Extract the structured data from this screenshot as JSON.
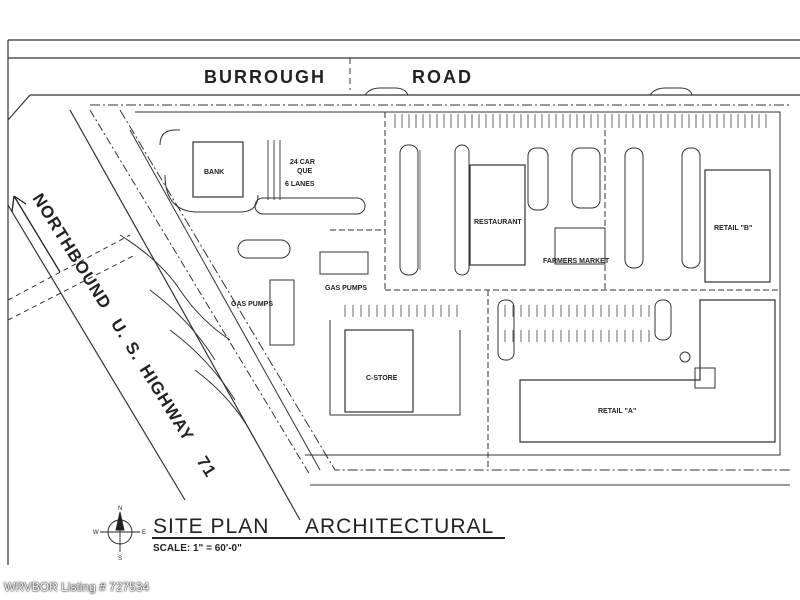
{
  "roads": {
    "top_left": "BURROUGH",
    "top_right": "ROAD",
    "highway": [
      "NORTHBOUND",
      "U.",
      "S.",
      "HIGHWAY",
      "71"
    ]
  },
  "buildings": {
    "bank": "BANK",
    "queue_line1": "24 CAR",
    "queue_line2": "QUE",
    "lanes": "6 LANES",
    "restaurant": "RESTAURANT",
    "retail_b": "RETAIL \"B\"",
    "farmers_market": "FARMERS MARKET",
    "gas_pumps_upper": "GAS PUMPS",
    "gas_pumps_lower": "GAS PUMPS",
    "cstore": "C-STORE",
    "retail_a": "RETAIL \"A\""
  },
  "title": {
    "part1": "SITE PLAN",
    "part2": "ARCHITECTURAL",
    "scale": "SCALE: 1\" = 60'-0\""
  },
  "compass": {
    "n": "N",
    "s": "S",
    "e": "E",
    "w": "W"
  },
  "watermark": "WRVBOR Listing # 727534"
}
